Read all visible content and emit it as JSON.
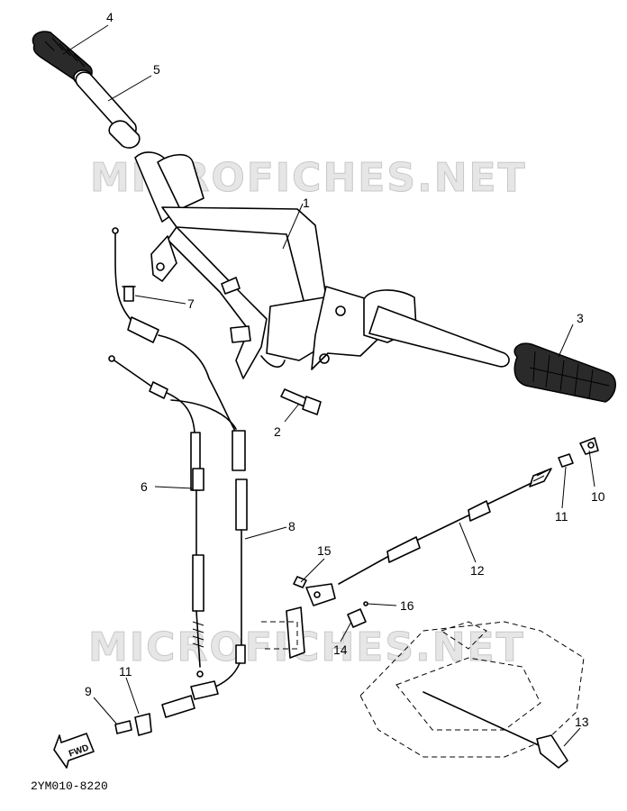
{
  "watermarks": [
    "MICROFICHES.NET",
    "MICROFICHES.NET"
  ],
  "diagram_code": "2YM010-8220",
  "fwd_label": "FWD",
  "callouts": [
    "1",
    "2",
    "3",
    "4",
    "5",
    "6",
    "7",
    "8",
    "9",
    "10",
    "11",
    "11",
    "12",
    "13",
    "14",
    "15",
    "16"
  ]
}
